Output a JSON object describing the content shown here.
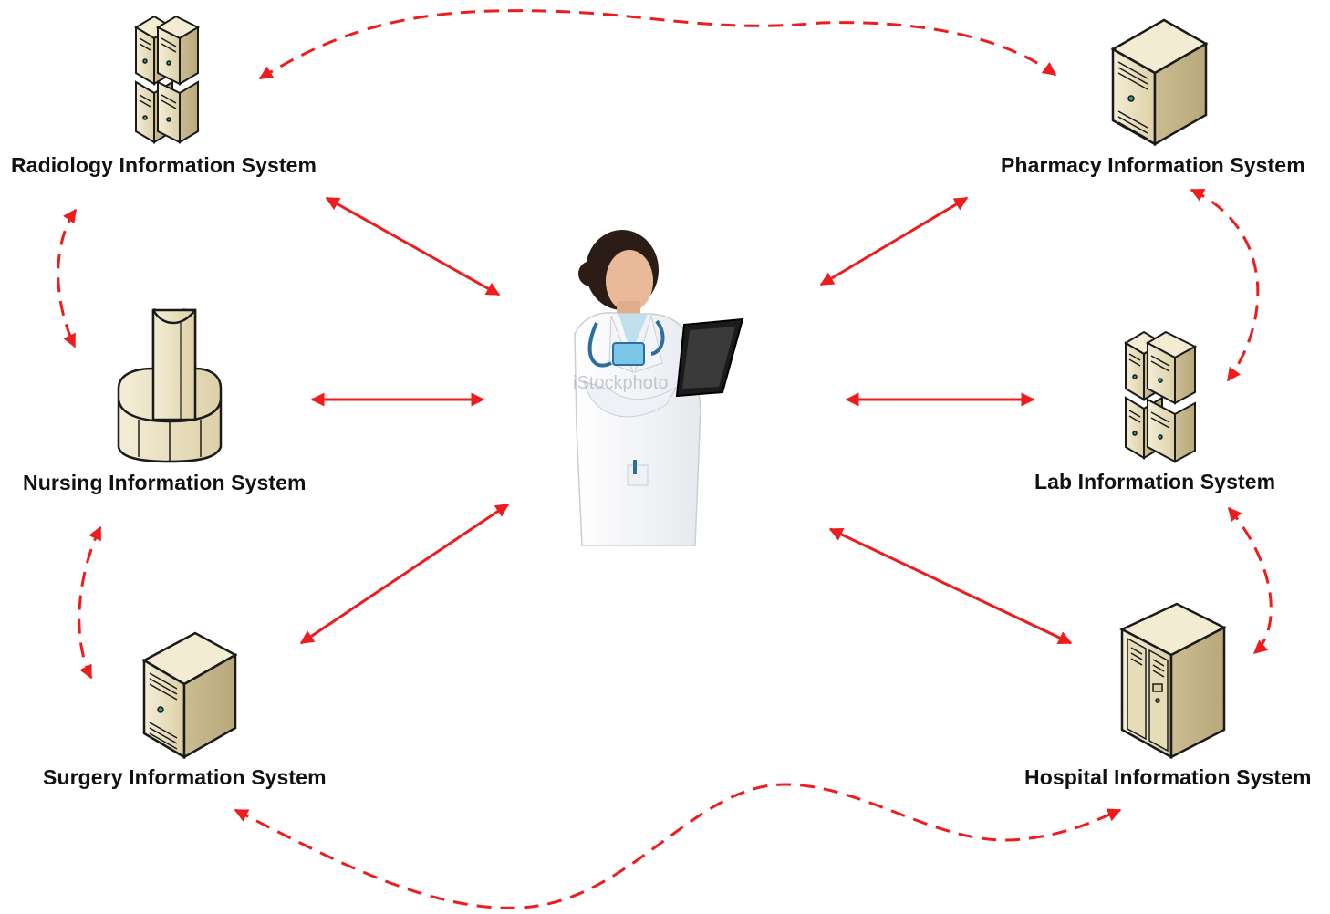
{
  "nodes": {
    "radiology": {
      "label": "Radiology Information System",
      "icon": "server-rack-icon"
    },
    "pharmacy": {
      "label": "Pharmacy Information System",
      "icon": "tower-server-icon"
    },
    "nursing": {
      "label": "Nursing Information System",
      "icon": "pedestal-terminal-icon"
    },
    "lab": {
      "label": "Lab Information System",
      "icon": "server-rack-icon"
    },
    "surgery": {
      "label": "Surgery Information System",
      "icon": "tower-server-icon"
    },
    "hospital": {
      "label": "Hospital Information System",
      "icon": "mainframe-cabinet-icon"
    },
    "center": {
      "icon": "doctor-with-tablet-icon",
      "watermark": "iStockphoto"
    }
  },
  "colors": {
    "arrow": "#ee1c1c",
    "device_face": "#ece3c2",
    "device_side": "#cfc29a",
    "device_outline": "#1a1a1a"
  }
}
